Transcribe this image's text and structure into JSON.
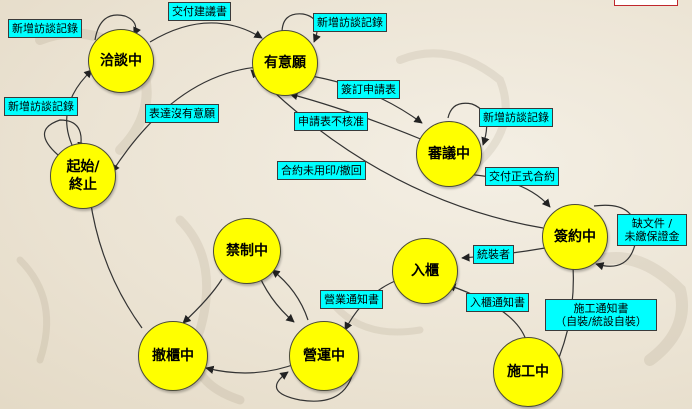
{
  "nodes": {
    "qiatan": "洽談中",
    "youyiyuan": "有意願",
    "shenyi": "審議中",
    "qishi": "起始/\n終止",
    "qianyue": "簽約中",
    "ruchui": "入櫃",
    "jinzhi": "禁制中",
    "chechui": "撤櫃中",
    "yingyun": "營運中",
    "shigong": "施工中"
  },
  "labels": {
    "add_record_qiatan": "新增訪談記錄",
    "deliver_proposal": "交付建議書",
    "add_record_youyiyuan": "新增訪談記錄",
    "add_record_qishi": "新增訪談記錄",
    "sign_application": "簽訂申請表",
    "no_intention": "表達沒有意願",
    "application_rejected": "申請表不核准",
    "add_record_shenyi": "新增訪談記錄",
    "contract_withdrawn": "合約未用印/撤回",
    "deliver_contract": "交付正式合約",
    "missing_docs": "缺文件 /\n未繳保證金",
    "outfitter": "統裝者",
    "business_notice": "營業通知書",
    "move_in_notice": "入櫃通知書",
    "construction_notice": "施工通知書\n（自裝/統設自裝）"
  }
}
